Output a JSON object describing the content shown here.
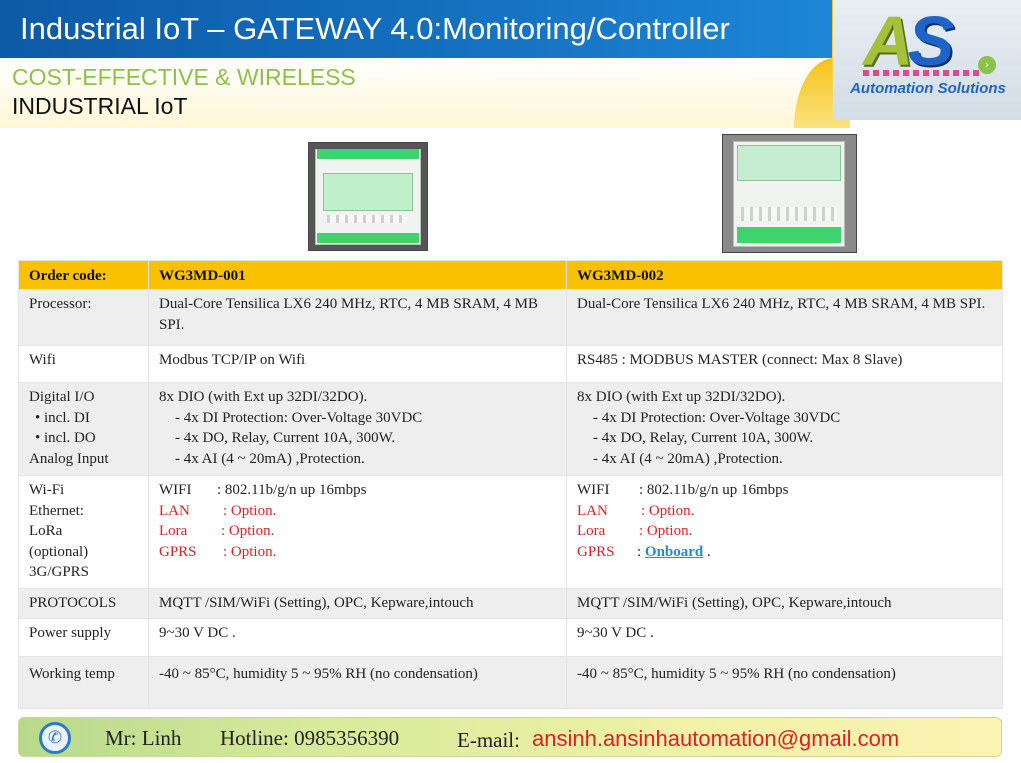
{
  "header": {
    "title": "Industrial IoT – GATEWAY 4.0:Monitoring/Controller",
    "subtitle_1": "COST-EFFECTIVE & WIRELESS",
    "subtitle_2": "INDUSTRIAL IoT"
  },
  "logo": {
    "mark_a": "A",
    "mark_s": "S",
    "text": "Automation Solutions"
  },
  "colors": {
    "header_blue": "#1570c0",
    "header_yellow": "#f4c21a",
    "accent_green": "#8bc34a",
    "table_header": "#f9c100",
    "highlight_red": "#e02020",
    "link_blue": "#1a8fd6"
  },
  "table": {
    "header": {
      "label": "Order code:",
      "model_a": "WG3MD-001",
      "model_b": "WG3MD-002"
    },
    "processor": {
      "label": "Processor:",
      "a": "Dual-Core Tensilica LX6 240 MHz, RTC, 4 MB SRAM, 4 MB SPI.",
      "b": "Dual-Core Tensilica LX6 240 MHz, RTC, 4 MB SRAM, 4 MB SPI."
    },
    "wifi": {
      "label": "Wifi",
      "a": "Modbus TCP/IP on Wifi",
      "b": "RS485 : MODBUS MASTER (connect: Max 8 Slave)"
    },
    "io": {
      "labels": [
        "Digital I/O",
        "• incl. DI",
        "• incl. DO",
        "Analog Input"
      ],
      "a": [
        "8x DIO (with Ext up 32DI/32DO).",
        "- 4x DI  Protection: Over-Voltage 30VDC",
        "- 4x DO, Relay, Current 10A, 300W.",
        "- 4x AI (4 ~ 20mA) ,Protection."
      ],
      "b": [
        "8x DIO (with Ext up 32DI/32DO).",
        "- 4x DI  Protection: Over-Voltage 30VDC",
        "- 4x DO, Relay, Current 10A, 300W.",
        "- 4x AI (4 ~ 20mA) ,Protection."
      ]
    },
    "connectivity": {
      "labels": [
        "Wi-Fi",
        "Ethernet:",
        "LoRa",
        "(optional)",
        "3G/GPRS"
      ],
      "a": {
        "wifi_key": "WIFI",
        "wifi_value": ": 802.11b/g/n up 16mbps",
        "lan_key": "LAN",
        "lan_value": ": Option.",
        "lora_key": "Lora",
        "lora_value": ": Option.",
        "gprs_key": "GPRS",
        "gprs_value": ": Option."
      },
      "b": {
        "wifi_key": "WIFI",
        "wifi_value": ": 802.11b/g/n up 16mbps",
        "lan_key": "LAN",
        "lan_value": ": Option.",
        "lora_key": "Lora",
        "lora_value": ": Option.",
        "gprs_key": "GPRS",
        "gprs_sep": ":",
        "gprs_link": "Onboard",
        "gprs_end": "."
      }
    },
    "protocols": {
      "label": "PROTOCOLS",
      "a": "MQTT /SIM/WiFi (Setting), OPC, Kepware,intouch",
      "b": "MQTT /SIM/WiFi (Setting), OPC, Kepware,intouch"
    },
    "power": {
      "label": "Power supply",
      "a": "9~30 V DC .",
      "b": "9~30 V DC ."
    },
    "temp": {
      "label": "Working temp",
      "a": "-40 ~ 85°C, humidity 5 ~ 95% RH (no condensation)",
      "b": "-40 ~ 85°C, humidity 5 ~ 95% RH (no condensation)"
    }
  },
  "footer": {
    "name": "Mr: Linh",
    "hotline": "Hotline: 0985356390",
    "email_label": "E-mail:",
    "email": "ansinh.ansinhautomation@gmail.com"
  }
}
